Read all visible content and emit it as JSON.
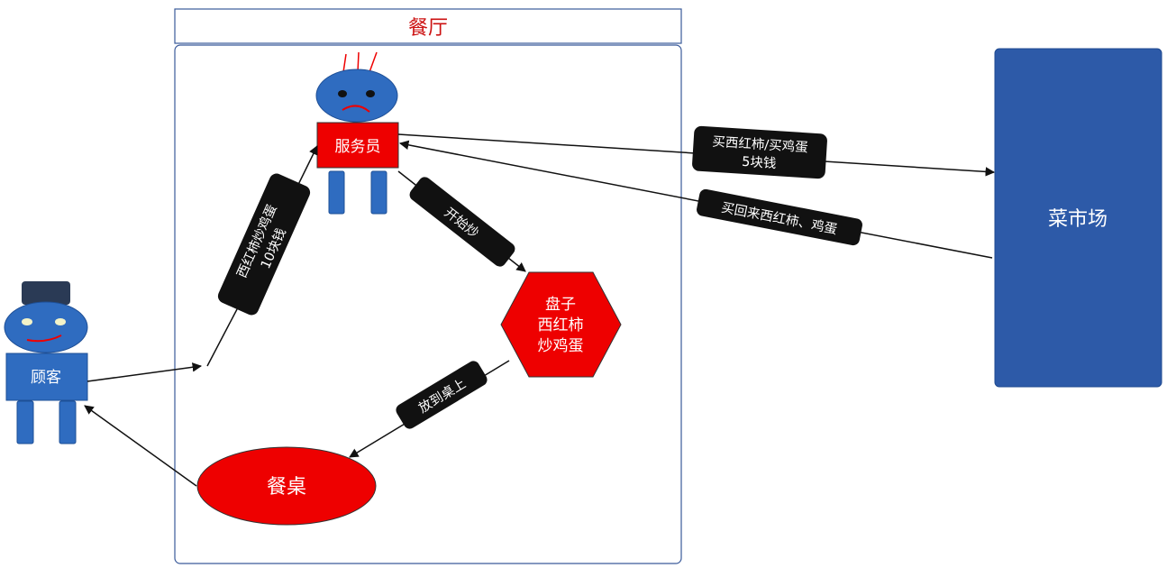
{
  "restaurant": {
    "title": "餐厅"
  },
  "waiter": {
    "label": "服务员"
  },
  "customer": {
    "label": "顾客"
  },
  "market": {
    "label": "菜市场"
  },
  "plate": {
    "lines": [
      "盘子",
      "西红柿",
      "炒鸡蛋"
    ]
  },
  "table": {
    "label": "餐桌"
  },
  "edges": {
    "order": [
      "西红柿炒鸡蛋",
      "10块钱"
    ],
    "buy": [
      "买西红柿/买鸡蛋",
      "5块钱"
    ],
    "bring_back": "买回来西红柿、鸡蛋",
    "cook": "开始炒",
    "serve": "放到桌上"
  },
  "colors": {
    "accent_red": "#ee0000",
    "person_blue": "#2f6cc0",
    "market_blue": "#2d5aa8",
    "label_bg": "#111111",
    "title_red": "#cc1111"
  }
}
